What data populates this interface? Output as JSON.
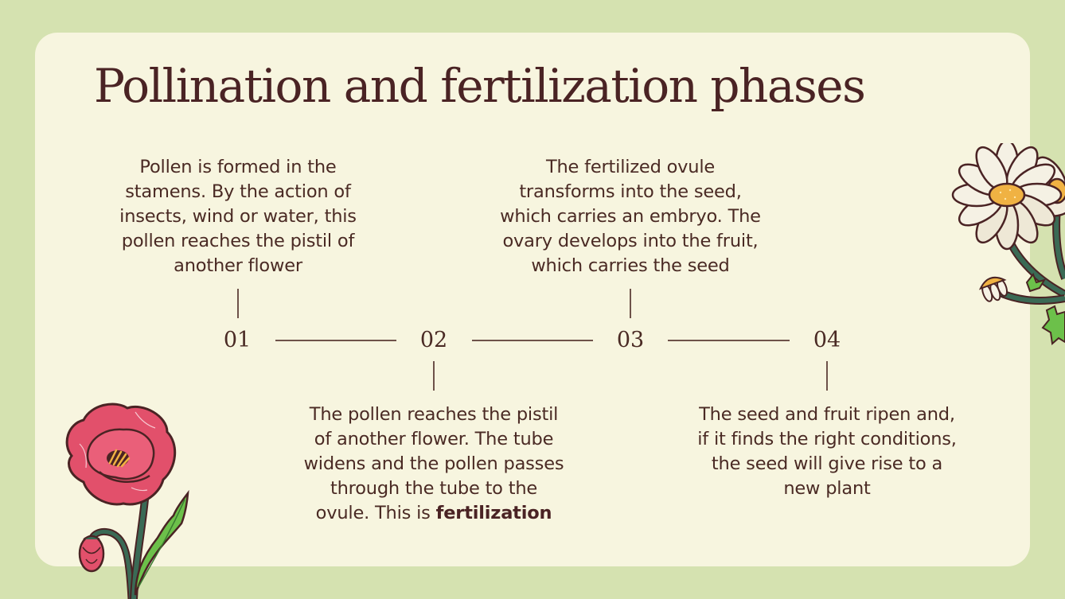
{
  "slide": {
    "title": "Pollination and fertilization phases",
    "colors": {
      "background": "#d5e2b0",
      "card": "#f7f5df",
      "title_text": "#4a2324",
      "body_text": "#4a2a24",
      "line": "#6e524a",
      "poppy": "#e2506b",
      "daisy_center": "#f0b243",
      "stem": "#3a6a55",
      "leaf": "#6cc04a"
    },
    "phases": [
      {
        "number": "01",
        "text": "Pollen is formed in the stamens. By the action of insects, wind or water, this pollen reaches the pistil of another flower",
        "lines": [
          "Pollen is formed in the",
          "stamens. By the action of",
          "insects, wind or water, this",
          "pollen reaches the pistil of",
          "another flower"
        ],
        "position": "above"
      },
      {
        "number": "02",
        "text": "The pollen reaches the pistil of another flower. The tube widens and the pollen passes through the tube to the ovule. This is fertilization",
        "lines": [
          "The pollen reaches the pistil",
          "of another flower. The tube",
          "widens and the pollen passes",
          "through the tube to the"
        ],
        "last_line_prefix": "ovule. This is ",
        "last_line_bold": "fertilization",
        "position": "below"
      },
      {
        "number": "03",
        "text": "The fertilized ovule transforms into the seed, which carries an embryo. The ovary develops into the fruit, which carries the seed",
        "lines": [
          "The fertilized ovule",
          "transforms into the seed,",
          "which carries an embryo. The",
          "ovary develops into the fruit,",
          "which carries the seed"
        ],
        "position": "above"
      },
      {
        "number": "04",
        "text": "The seed and fruit ripen and, if it finds the right conditions, the seed will give rise to a new plant",
        "lines": [
          "The seed and fruit ripen and,",
          "if it finds the right conditions,",
          "the seed will give rise to a",
          "new plant"
        ],
        "position": "below"
      }
    ],
    "decorations": {
      "bottom_left": "poppy-flower-illustration",
      "top_right": "daisy-flowers-illustration"
    }
  }
}
